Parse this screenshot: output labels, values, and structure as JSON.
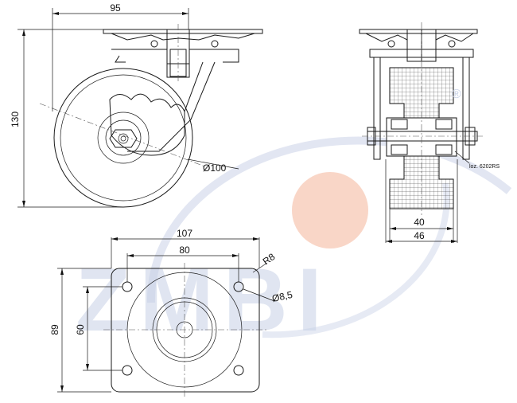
{
  "watermark": {
    "text": "ZMBI",
    "color": "#c7d1e6",
    "dot_color": "#f7c8b4"
  },
  "dimensions": {
    "width_95": "95",
    "height_130": "130",
    "wheel_dia": "Ø100",
    "width_40": "40",
    "width_46": "46",
    "plate_107": "107",
    "holes_80": "80",
    "radius_r8": "R8",
    "hole_dia": "Ø8,5",
    "plate_89": "89",
    "holes_60": "60"
  },
  "notes": {
    "bearing": "loz. 6202RS",
    "registered": "®"
  }
}
